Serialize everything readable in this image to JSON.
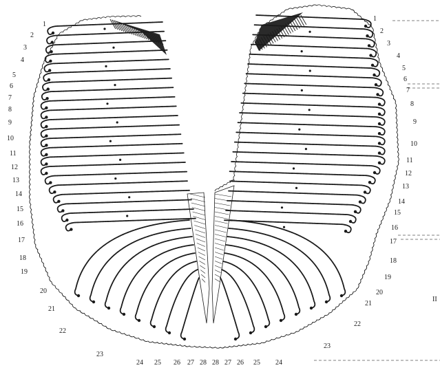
{
  "left_labels": [
    "1",
    "2",
    "3",
    "4",
    "5",
    "6",
    "7",
    "8",
    "9",
    "10",
    "11",
    "12",
    "13",
    "14",
    "15",
    "16",
    "17",
    "18",
    "19",
    "20",
    "21",
    "22",
    "23",
    "24",
    "25",
    "26",
    "27",
    "28"
  ],
  "right_labels": [
    "1",
    "2",
    "3",
    "4",
    "5",
    "6",
    "7",
    "8",
    "9",
    "10",
    "11",
    "12",
    "13",
    "14",
    "15",
    "16",
    "17",
    "18",
    "19",
    "20",
    "21",
    "22",
    "23",
    "24",
    "25",
    "26",
    "27",
    "28"
  ],
  "margin_mark": "II",
  "colors": {
    "ink": "#1a1a1a",
    "paper": "#ffffff",
    "guide": "#555555"
  }
}
